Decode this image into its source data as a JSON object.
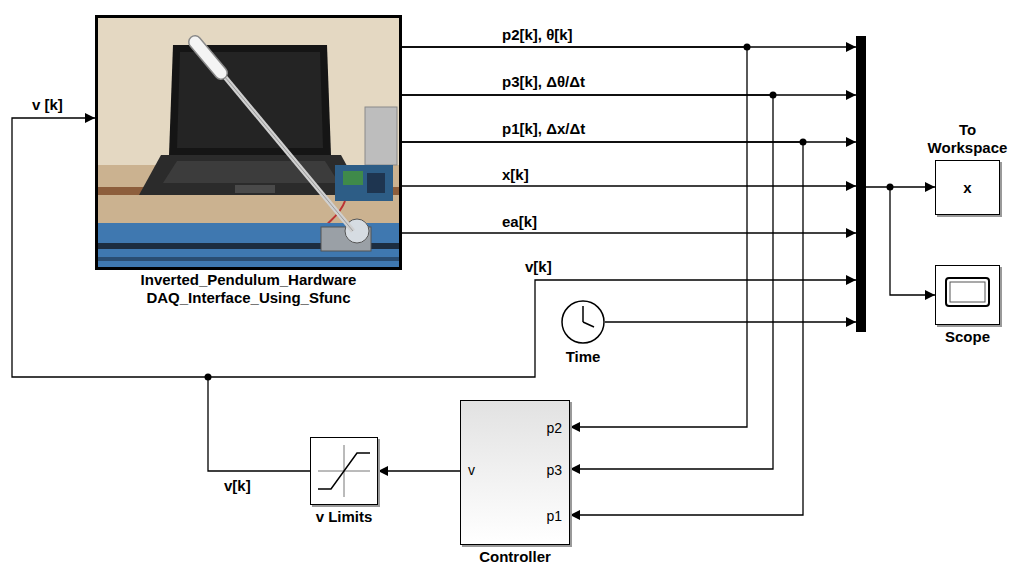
{
  "diagram": {
    "nodes": [
      {
        "text": [
          "Inverted_Pendulum_Hardware DAQ_Interface_Using_Sfunc"
        ]
      },
      {
        "text": [
          "To Workspace",
          "x"
        ]
      },
      {
        "text": [
          "Scope"
        ]
      },
      {
        "text": [
          "Time"
        ]
      },
      {
        "text": [
          "p2",
          "p3",
          "p1",
          "v",
          "Controller"
        ]
      },
      {
        "text": [
          "v Limits"
        ]
      }
    ],
    "edges": [
      {
        "from": 0,
        "to": 4,
        "arrow": "to",
        "label": "p2[k], θ[k]"
      },
      {
        "from": 0,
        "to": 4,
        "arrow": "to",
        "label": "p3[k], Δθ/Δt"
      },
      {
        "from": 0,
        "to": 4,
        "arrow": "to",
        "label": "p1[k], Δx/Δt"
      },
      {
        "from": 4,
        "to": 5,
        "arrow": "to"
      },
      {
        "from": 5,
        "to": 0,
        "arrow": "to",
        "label": "v[k]"
      }
    ],
    "labels": [
      "x[k]",
      "ea[k]",
      "v[k]",
      "v [k]"
    ]
  }
}
